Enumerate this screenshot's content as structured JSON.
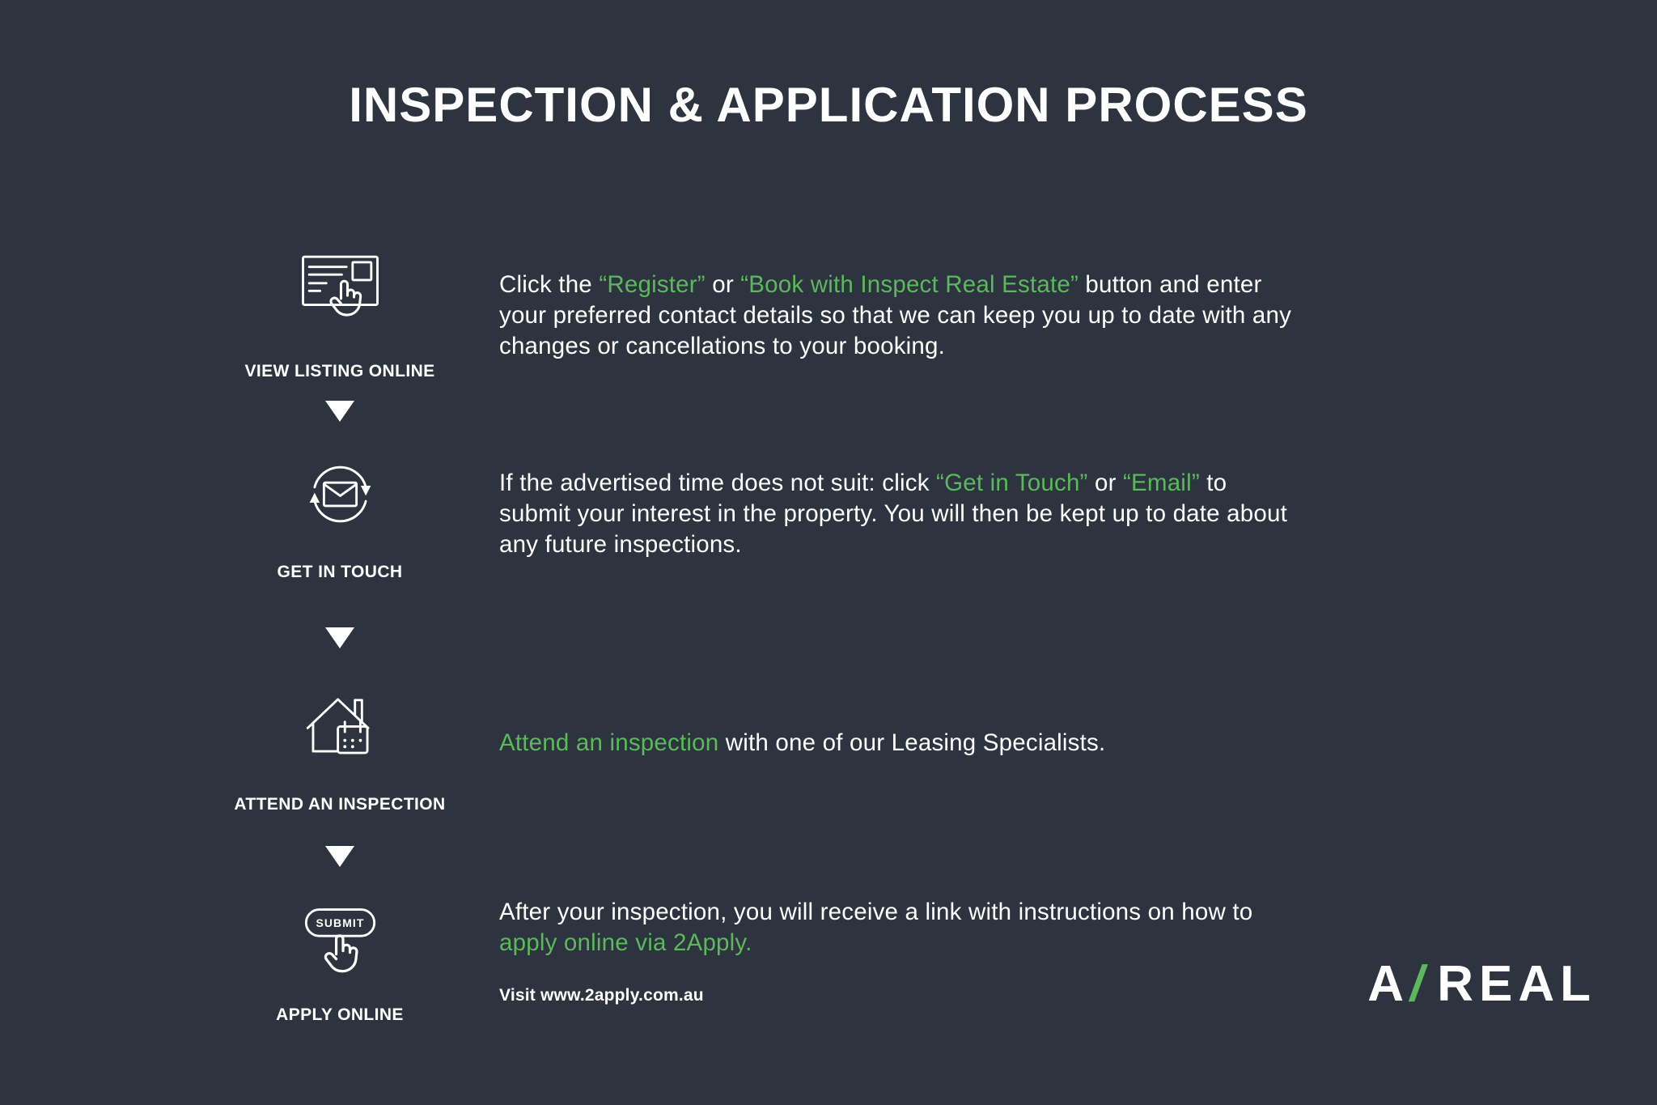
{
  "title": "INSPECTION & APPLICATION PROCESS",
  "colors": {
    "background": "#2d333f",
    "green": "#5cb85c",
    "text": "#ffffff"
  },
  "steps": [
    {
      "label": "VIEW LISTING ONLINE",
      "icon": "listing-cursor-icon",
      "description": [
        {
          "t": "Click the ",
          "c": "white"
        },
        {
          "t": "“Register”",
          "c": "green"
        },
        {
          "t": " or ",
          "c": "white"
        },
        {
          "t": "“Book with Inspect Real Estate”",
          "c": "green"
        },
        {
          "t": " button and enter your preferred contact details so that we can keep you up to date with any changes or cancellations to your booking.",
          "c": "white"
        }
      ]
    },
    {
      "label": "GET IN TOUCH",
      "icon": "email-refresh-icon",
      "description": [
        {
          "t": "If the advertised time does not suit: click ",
          "c": "white"
        },
        {
          "t": "“Get in Touch”",
          "c": "green"
        },
        {
          "t": " or ",
          "c": "white"
        },
        {
          "t": "“Email”",
          "c": "green"
        },
        {
          "t": " to submit your interest in the property. You will then be kept up to date about any future inspections.",
          "c": "white"
        }
      ]
    },
    {
      "label": "ATTEND AN INSPECTION",
      "icon": "house-calendar-icon",
      "description": [
        {
          "t": "Attend an inspection",
          "c": "green"
        },
        {
          "t": " with one of our Leasing Specialists.",
          "c": "white"
        }
      ]
    },
    {
      "label": "APPLY ONLINE",
      "icon": "submit-button-cursor-icon",
      "button_label": "SUBMIT",
      "description": [
        {
          "t": "After your inspection, you will receive a link with instructions on how to ",
          "c": "white"
        },
        {
          "t": "apply online via 2Apply.",
          "c": "green"
        }
      ],
      "note": "Visit www.2apply.com.au"
    }
  ],
  "flow_arrow_icon": "down-arrow-icon",
  "logo": {
    "part_a": "A",
    "slash": "/",
    "part_real": "REAL"
  }
}
